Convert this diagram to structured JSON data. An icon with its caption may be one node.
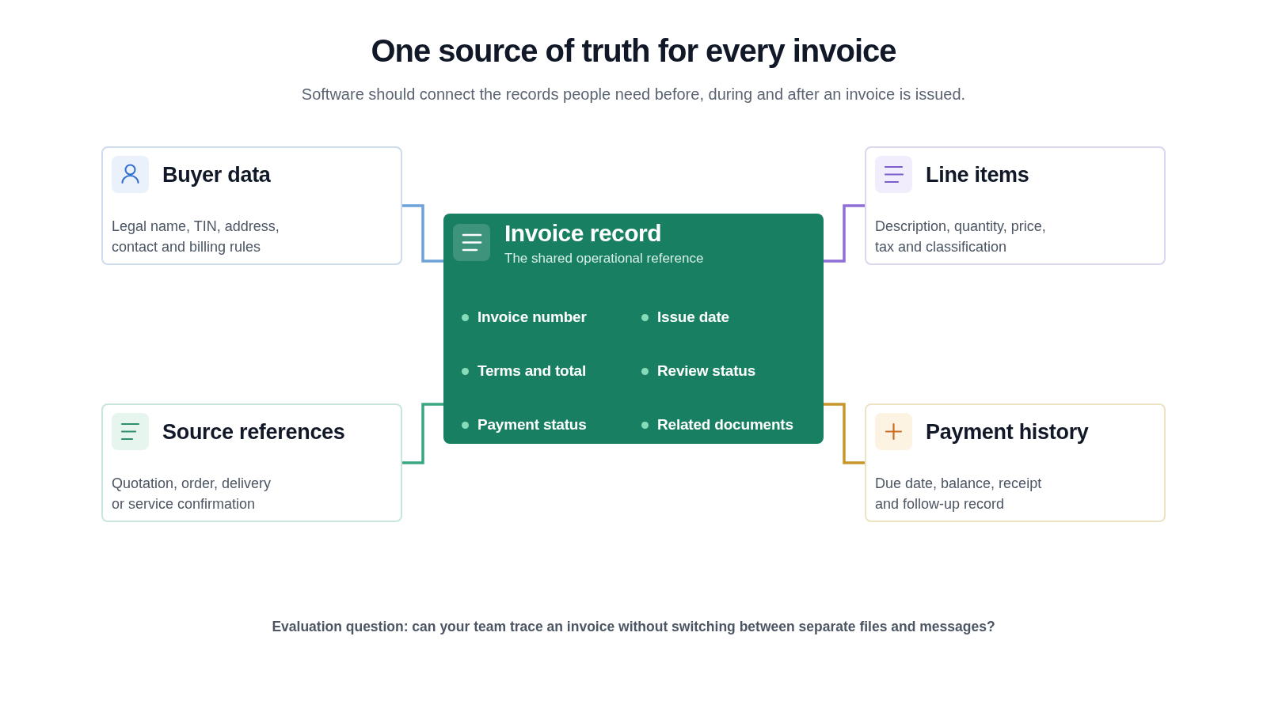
{
  "diagram": {
    "title": "One source of truth for every invoice",
    "nodes": [
      {
        "text": [
          "Buyer data",
          "Legal name, TIN, address, contact and billing rules"
        ]
      },
      {
        "text": [
          "Line items",
          "Description, quantity, price, tax and classification"
        ]
      },
      {
        "text": [
          "Invoice record",
          "The shared operational reference",
          "Invoice number",
          "Issue date",
          "Terms and total",
          "Review status",
          "Payment status",
          "Related documents"
        ]
      },
      {
        "text": [
          "Source references",
          "Quotation, order, delivery or service confirmation"
        ]
      },
      {
        "text": [
          "Payment history",
          "Due date, balance, receipt and follow-up record"
        ]
      }
    ],
    "edges": [
      {
        "from": 0,
        "to": 2,
        "arrow": "none",
        "color": "#6fa3d8"
      },
      {
        "from": 1,
        "to": 2,
        "arrow": "none",
        "color": "#8e6fd8"
      },
      {
        "from": 3,
        "to": 2,
        "arrow": "none",
        "color": "#3aa67f"
      },
      {
        "from": 4,
        "to": 2,
        "arrow": "none",
        "color": "#c8972c"
      }
    ],
    "labels": [
      "Software should connect the records people need before, during and after an invoice is issued.",
      "Evaluation question: can your team trace an invoice without switching between separate files and messages?"
    ]
  }
}
